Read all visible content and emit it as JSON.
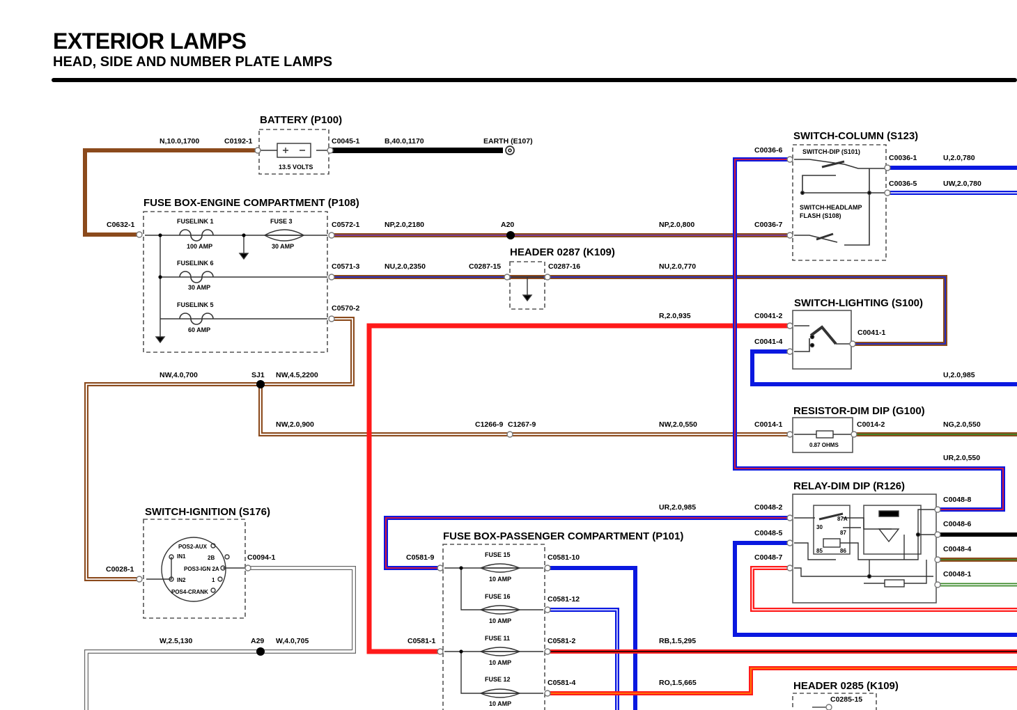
{
  "header": {
    "title": "EXTERIOR LAMPS",
    "subtitle": "HEAD, SIDE AND NUMBER PLATE LAMPS"
  },
  "colors": {
    "brown": "#8b4a1c",
    "red": "#ff1a1a",
    "blue": "#0a18e0",
    "black": "#000000",
    "green": "#3c8a2a",
    "purple": "#7a3aa0",
    "orange": "#ff8a00",
    "white_wire": "#ffffff"
  },
  "components": {
    "battery": {
      "name": "BATTERY (P100)",
      "rating": "13.5 VOLTS"
    },
    "fuse_box_engine": {
      "name": "FUSE BOX-ENGINE COMPARTMENT (P108)",
      "fuselink1": "FUSELINK 1",
      "fuselink1_rating": "100 AMP",
      "fuse3": "FUSE 3",
      "fuse3_rating": "30 AMP",
      "fuselink6": "FUSELINK 6",
      "fuselink6_rating": "30 AMP",
      "fuselink5": "FUSELINK 5",
      "fuselink5_rating": "60 AMP"
    },
    "header_0287": {
      "name": "HEADER 0287 (K109)"
    },
    "switch_column": {
      "name": "SWITCH-COLUMN (S123)",
      "dip": "SWITCH-DIP (S101)",
      "flash_line1": "SWITCH-HEADLAMP",
      "flash_line2": "FLASH (S108)"
    },
    "switch_lighting": {
      "name": "SWITCH-LIGHTING (S100)"
    },
    "resistor": {
      "name": "RESISTOR-DIM DIP (G100)",
      "rating": "0.87 OHMS"
    },
    "relay": {
      "name": "RELAY-DIM DIP (R126)",
      "p30": "30",
      "p87a": "87A",
      "p87": "87",
      "p85": "85",
      "p86": "86"
    },
    "switch_ignition": {
      "name": "SWITCH-IGNITION (S176)",
      "pos2": "POS2-AUX",
      "in1": "IN1",
      "p2b": "2B",
      "pos3": "POS3-IGN 2A",
      "in2": "IN2",
      "p1": "1",
      "pos4": "POS4-CRANK"
    },
    "fuse_box_passenger": {
      "name": "FUSE BOX-PASSENGER COMPARTMENT (P101)",
      "fuse15": "FUSE 15",
      "fuse16": "FUSE 16",
      "fuse11": "FUSE 11",
      "fuse12": "FUSE 12",
      "rating": "10 AMP"
    },
    "header_0285": {
      "name": "HEADER 0285 (K109)"
    }
  },
  "connectors": {
    "c0192_1": "C0192-1",
    "c0045_1": "C0045-1",
    "earth": "EARTH (E107)",
    "c0632_1": "C0632-1",
    "c0572_1": "C0572-1",
    "a20": "A20",
    "c0571_3": "C0571-3",
    "c0287_15": "C0287-15",
    "c0287_16": "C0287-16",
    "c0570_2": "C0570-2",
    "sj1": "SJ1",
    "c0036_6": "C0036-6",
    "c0036_1": "C0036-1",
    "c0036_5": "C0036-5",
    "c0036_7": "C0036-7",
    "c0041_2": "C0041-2",
    "c0041_4": "C0041-4",
    "c0041_1": "C0041-1",
    "c1266_9": "C1266-9",
    "c1267_9": "C1267-9",
    "c0014_1": "C0014-1",
    "c0014_2": "C0014-2",
    "c0048_2": "C0048-2",
    "c0048_5": "C0048-5",
    "c0048_7": "C0048-7",
    "c0048_8": "C0048-8",
    "c0048_6": "C0048-6",
    "c0048_4": "C0048-4",
    "c0048_1": "C0048-1",
    "c0028_1": "C0028-1",
    "c0094_1": "C0094-1",
    "a29": "A29",
    "c0581_9": "C0581-9",
    "c0581_10": "C0581-10",
    "c0581_12": "C0581-12",
    "c0581_1": "C0581-1",
    "c0581_2": "C0581-2",
    "c0581_4": "C0581-4",
    "c0285_15": "C0285-15"
  },
  "wires": {
    "n_10": "N,10.0,1700",
    "b_40": "B,40.0,1170",
    "np_2180": "NP,2.0,2180",
    "np_800": "NP,2.0,800",
    "nu_2350": "NU,2.0,2350",
    "nu_770": "NU,2.0,770",
    "r_935": "R,2.0,935",
    "u_780": "U,2.0,780",
    "uw_780": "UW,2.0,780",
    "u_985": "U,2.0,985",
    "nw_700": "NW,4.0,700",
    "nw_2200": "NW,4.5,2200",
    "nw_900": "NW,2.0,900",
    "nw_550": "NW,2.0,550",
    "ng_550": "NG,2.0,550",
    "ur_550": "UR,2.0,550",
    "ur_985": "UR,2.0,985",
    "w_130": "W,2.5,130",
    "w_705": "W,4.0,705",
    "rb_295": "RB,1.5,295",
    "ro_665": "RO,1.5,665"
  }
}
